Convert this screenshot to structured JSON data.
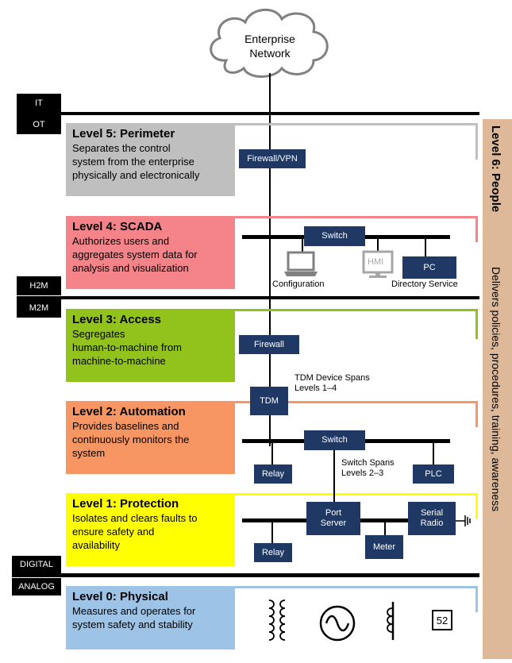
{
  "cloud": {
    "line1": "Enterprise",
    "line2": "Network"
  },
  "boundaries": {
    "it": "IT",
    "ot": "OT",
    "h2m": "H2M",
    "m2m": "M2M",
    "digital": "DIGITAL",
    "analog": "ANALOG"
  },
  "levels": [
    {
      "title": "Level 5: Perimeter",
      "desc": [
        "Separates the control",
        "system from the enterprise",
        "physically and electronically"
      ],
      "color": "#bfbfbf"
    },
    {
      "title": "Level 4: SCADA",
      "desc": [
        "Authorizes users and",
        "aggregates system data for",
        "analysis and visualization"
      ],
      "color": "#f4848a"
    },
    {
      "title": "Level 3: Access",
      "desc": [
        "Segregates",
        "human-to-machine from",
        "machine-to-machine"
      ],
      "color": "#92c21c"
    },
    {
      "title": "Level 2: Automation",
      "desc": [
        "Provides baselines and",
        "continuously monitors the",
        "system"
      ],
      "color": "#f79663"
    },
    {
      "title": "Level 1: Protection",
      "desc": [
        "Isolates and clears faults to",
        "ensure safety and",
        "availability"
      ],
      "color": "#ffff00"
    },
    {
      "title": "Level 0: Physical",
      "desc": [
        "Measures and operates for",
        "system safety and stability"
      ],
      "color": "#9dc3e6"
    }
  ],
  "devices": {
    "firewall_vpn": "Firewall/VPN",
    "switch4": "Switch",
    "hmi": "HMI",
    "pc": "PC",
    "configuration": "Configuration",
    "directory_service": "Directory Service",
    "firewall": "Firewall",
    "tdm": "TDM",
    "tdm_note": [
      "TDM Device Spans",
      "Levels 1–4"
    ],
    "switch2": "Switch",
    "switch_note": [
      "Switch Spans",
      "Levels 2–3"
    ],
    "relay2": "Relay",
    "plc": "PLC",
    "port_server": [
      "Port",
      "Server"
    ],
    "serial_radio": [
      "Serial",
      "Radio"
    ],
    "meter": "Meter",
    "relay1": "Relay",
    "breaker": "52"
  },
  "level6": {
    "title": "Level 6: People",
    "desc": "Delivers policies, procedures, training, awareness"
  }
}
